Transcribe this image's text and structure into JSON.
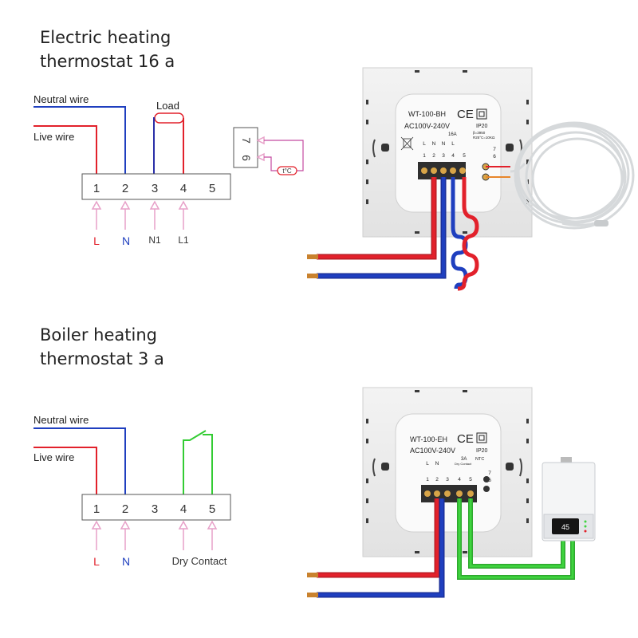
{
  "section_electric": {
    "title_line1": "Electric heating",
    "title_line2": "thermostat 16 a",
    "neutral_label": "Neutral wire",
    "live_label": "Live wire",
    "load_label": "Load",
    "terminals": [
      "1",
      "2",
      "3",
      "4",
      "5"
    ],
    "bottom_labels": [
      "L",
      "N",
      "N1",
      "L1"
    ],
    "sensor_terminals": [
      "7",
      "6"
    ],
    "sensor_label": "t°C",
    "device": {
      "model": "WT-100-BH",
      "ce": "CE",
      "voltage": "AC100V-240V",
      "ip": "IP20",
      "current": "16A",
      "terminal_letters": [
        "L",
        "N",
        "N",
        "L"
      ],
      "terminal_numbers": [
        "1",
        "2",
        "3",
        "4",
        "5"
      ],
      "ntc_numbers": [
        "7",
        "6"
      ],
      "spec_line1": "β=3950",
      "spec_line2": "R25°C=10KΩ"
    }
  },
  "section_boiler": {
    "title_line1": "Boiler heating",
    "title_line2": "thermostat 3 a",
    "neutral_label": "Neutral wire",
    "live_label": "Live wire",
    "terminals": [
      "1",
      "2",
      "3",
      "4",
      "5"
    ],
    "bottom_labels": [
      "L",
      "N",
      "Dry Contact"
    ],
    "device": {
      "model": "WT-100-EH",
      "ce": "CE",
      "voltage": "AC100V-240V",
      "ip": "IP20",
      "current": "3A",
      "dry_contact": "Dry Contact",
      "ntc": "NTC",
      "terminal_letters": [
        "L",
        "N"
      ],
      "terminal_numbers": [
        "1",
        "2",
        "3",
        "4",
        "5"
      ],
      "ntc_numbers": [
        "7",
        "6"
      ]
    },
    "boiler_display": "45"
  },
  "colors": {
    "live": "#e2212b",
    "neutral": "#1f3fbf",
    "load_loop": "#2a2fa8",
    "dry_contact": "#33cc33",
    "arrow": "#e7a0c8",
    "sensor": "#c44aa0",
    "copper": "#c9822e"
  }
}
